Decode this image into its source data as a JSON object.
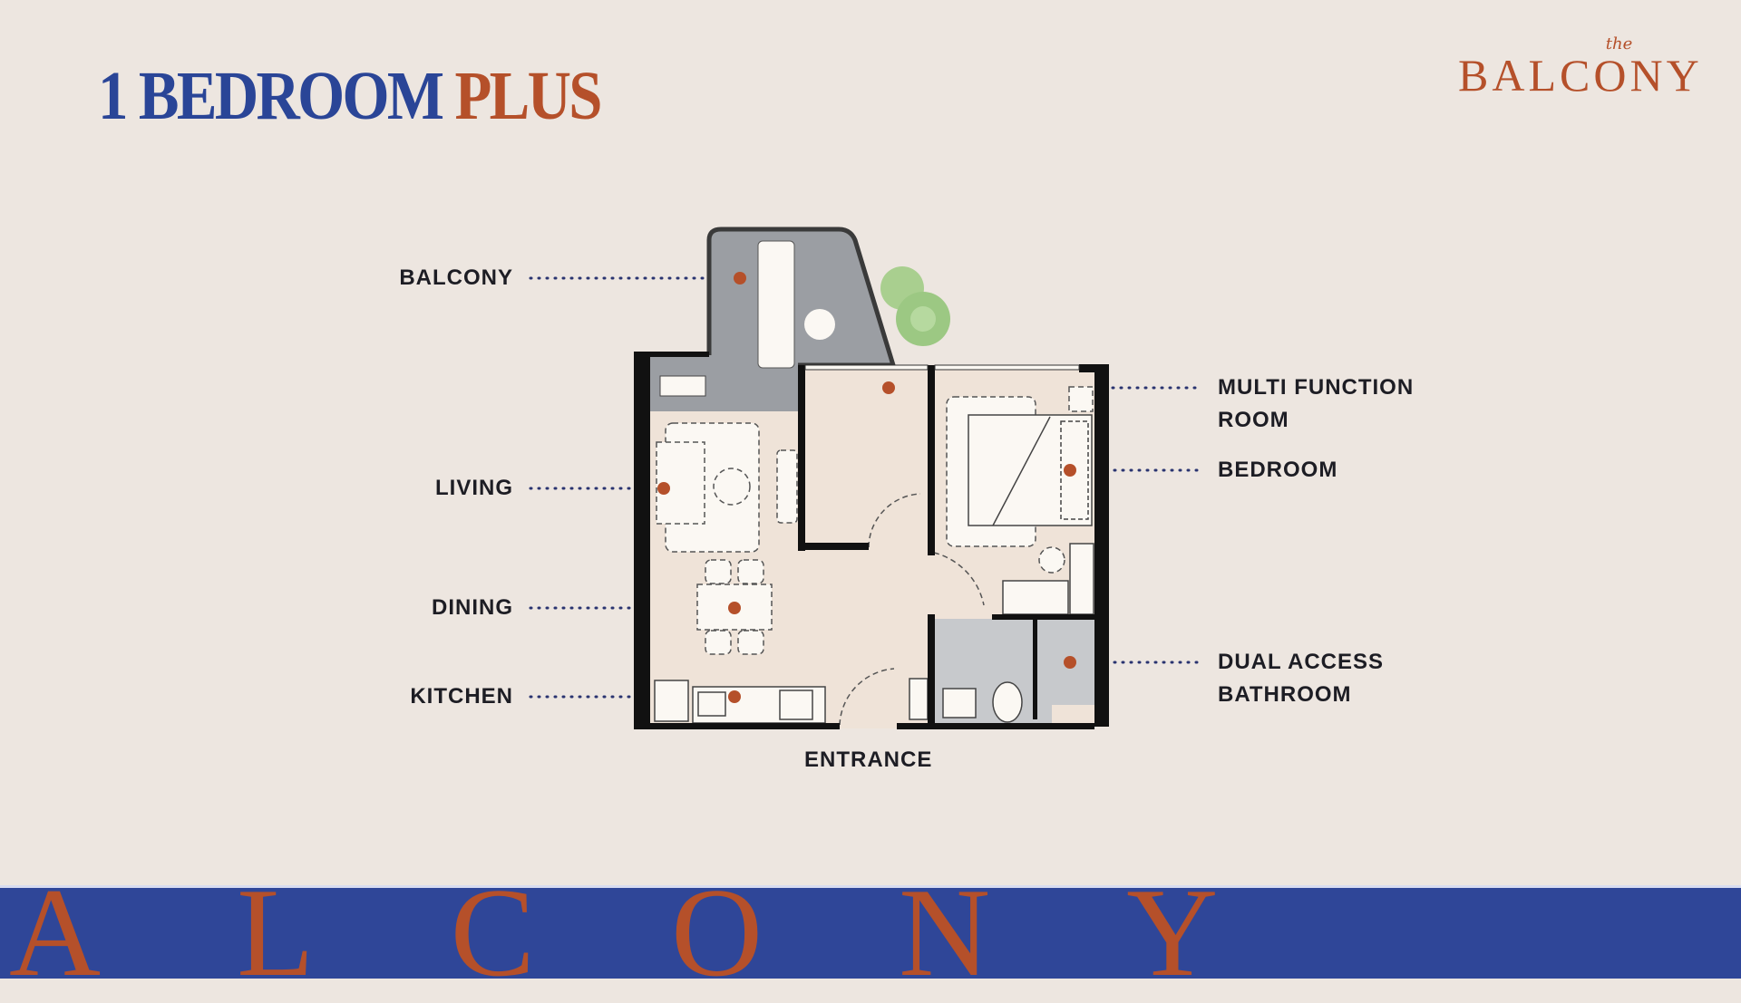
{
  "title": {
    "part1": "1 BEDROOM",
    "part2": "PLUS"
  },
  "logo": {
    "prefix": "the",
    "name": "BALCONY"
  },
  "labels": {
    "balcony": "BALCONY",
    "living": "LIVING",
    "dining": "DINING",
    "kitchen": "KITCHEN",
    "multi_function_line1": "MULTI FUNCTION",
    "multi_function_line2": "ROOM",
    "bedroom": "BEDROOM",
    "bathroom_line1": "DUAL ACCESS",
    "bathroom_line2": "BATHROOM",
    "entrance": "ENTRANCE"
  },
  "footer": {
    "text": "ALCONY"
  },
  "colors": {
    "blue": "#2a4597",
    "orange": "#b5502a",
    "background": "#ede6e0",
    "footer": "#2f4698"
  }
}
